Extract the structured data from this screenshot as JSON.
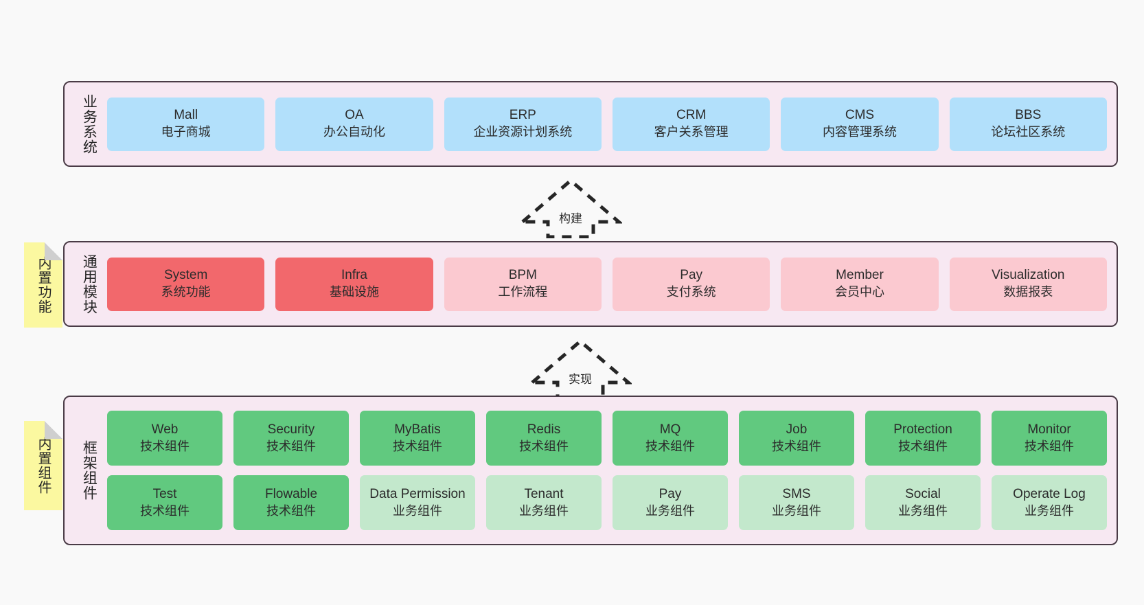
{
  "canvas": {
    "background": "#f9f9f9",
    "panel_bg": "#f7e8f2",
    "panel_border": "#4a3b46",
    "note_bg": "#fbf8a0"
  },
  "panels": [
    {
      "id": "business",
      "label": "业务系统",
      "rows": [
        [
          {
            "en": "Mall",
            "cn": "电子商城",
            "color": "#b2e0fb"
          },
          {
            "en": "OA",
            "cn": "办公自动化",
            "color": "#b2e0fb"
          },
          {
            "en": "ERP",
            "cn": "企业资源计划系统",
            "color": "#b2e0fb"
          },
          {
            "en": "CRM",
            "cn": "客户关系管理",
            "color": "#b2e0fb"
          },
          {
            "en": "CMS",
            "cn": "内容管理系统",
            "color": "#b2e0fb"
          },
          {
            "en": "BBS",
            "cn": "论坛社区系统",
            "color": "#b2e0fb"
          }
        ]
      ]
    },
    {
      "id": "common",
      "label": "通用模块",
      "rows": [
        [
          {
            "en": "System",
            "cn": "系统功能",
            "color": "#f2686c"
          },
          {
            "en": "Infra",
            "cn": "基础设施",
            "color": "#f2686c"
          },
          {
            "en": "BPM",
            "cn": "工作流程",
            "color": "#fbc9d0"
          },
          {
            "en": "Pay",
            "cn": "支付系统",
            "color": "#fbc9d0"
          },
          {
            "en": "Member",
            "cn": "会员中心",
            "color": "#fbc9d0"
          },
          {
            "en": "Visualization",
            "cn": "数据报表",
            "color": "#fbc9d0"
          }
        ]
      ]
    },
    {
      "id": "framework",
      "label": "框架组件",
      "rows": [
        [
          {
            "en": "Web",
            "cn": "技术组件",
            "color": "#61c97f"
          },
          {
            "en": "Security",
            "cn": "技术组件",
            "color": "#61c97f"
          },
          {
            "en": "MyBatis",
            "cn": "技术组件",
            "color": "#61c97f"
          },
          {
            "en": "Redis",
            "cn": "技术组件",
            "color": "#61c97f"
          },
          {
            "en": "MQ",
            "cn": "技术组件",
            "color": "#61c97f"
          },
          {
            "en": "Job",
            "cn": "技术组件",
            "color": "#61c97f"
          },
          {
            "en": "Protection",
            "cn": "技术组件",
            "color": "#61c97f"
          },
          {
            "en": "Monitor",
            "cn": "技术组件",
            "color": "#61c97f"
          }
        ],
        [
          {
            "en": "Test",
            "cn": "技术组件",
            "color": "#61c97f"
          },
          {
            "en": "Flowable",
            "cn": "技术组件",
            "color": "#61c97f"
          },
          {
            "en": "Data Permission",
            "cn": "业务组件",
            "color": "#c3e8cc"
          },
          {
            "en": "Tenant",
            "cn": "业务组件",
            "color": "#c3e8cc"
          },
          {
            "en": "Pay",
            "cn": "业务组件",
            "color": "#c3e8cc"
          },
          {
            "en": "SMS",
            "cn": "业务组件",
            "color": "#c3e8cc"
          },
          {
            "en": "Social",
            "cn": "业务组件",
            "color": "#c3e8cc"
          },
          {
            "en": "Operate Log",
            "cn": "业务组件",
            "color": "#c3e8cc"
          }
        ]
      ]
    }
  ],
  "notes": [
    {
      "id": "functions",
      "label": "内置功能"
    },
    {
      "id": "components",
      "label": "内置组件"
    }
  ],
  "arrows": [
    {
      "id": "build",
      "label": "构建",
      "direction": "up",
      "style": "dashed-outline"
    },
    {
      "id": "implement",
      "label": "实现",
      "direction": "up",
      "style": "dashed-outline"
    }
  ]
}
